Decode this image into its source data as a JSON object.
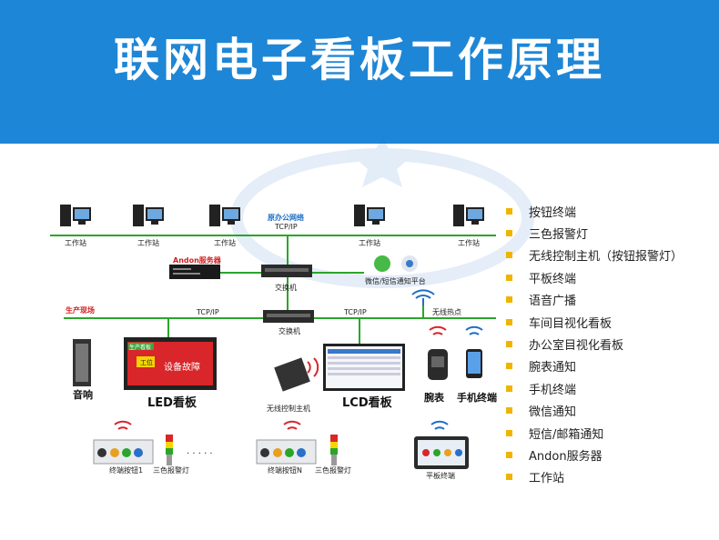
{
  "header": {
    "title": "联网电子看板工作原理"
  },
  "diagram": {
    "workstations": [
      "工作站",
      "工作站",
      "工作站",
      "工作站",
      "工作站"
    ],
    "office_network": "原办公网络",
    "tcpip_top": "TCP/IP",
    "andon_server_label": "Andon服务器",
    "switch_top": "交换机",
    "wechat_sms": "微信/短信通知平台",
    "production_site": "生产现场",
    "tcpip_left": "TCP/IP",
    "tcpip_right": "TCP/IP",
    "switch_bottom": "交换机",
    "hotspot": "无线热点",
    "speaker": "音响",
    "led_board": "LED看板",
    "led_screen_left": "工位",
    "led_screen_text": "设备故障",
    "led_screen_mini": "生产看板",
    "controller": "无线控制主机",
    "lcd_board": "LCD看板",
    "watch": "腕表",
    "phone": "手机终端",
    "button1": "终端按钮1",
    "lamp1": "三色报警灯",
    "dots": "· · · · ·",
    "buttonN": "终端按钮N",
    "lamp2": "三色报警灯",
    "tablet": "平板终端"
  },
  "legend": [
    "按钮终端",
    "三色报警灯",
    "无线控制主机（按钮报警灯）",
    "平板终端",
    "语音广播",
    "车间目视化看板",
    "办公室目视化看板",
    "腕表通知",
    "手机终端",
    "微信通知",
    "短信/邮箱通知",
    "Andon服务器",
    "工作站"
  ],
  "colors": {
    "banner": "#1e86d6",
    "network_line": "#2aa52a",
    "legend_bullet": "#f0b400",
    "led_red": "#d8262a"
  }
}
